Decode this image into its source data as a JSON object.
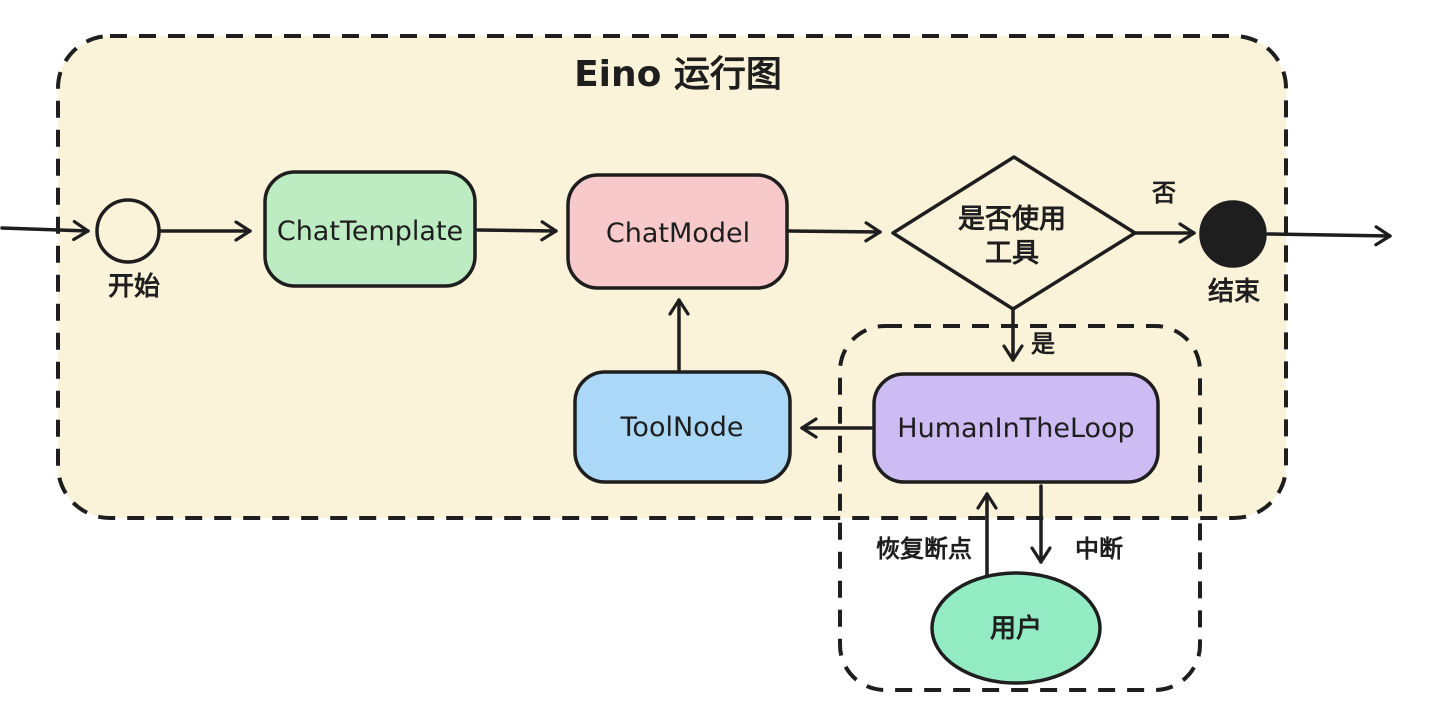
{
  "diagram": {
    "title": "Eino 运行图",
    "nodes": {
      "start": {
        "label": "开始"
      },
      "chat_template": {
        "label": "ChatTemplate"
      },
      "chat_model": {
        "label": "ChatModel"
      },
      "decision": {
        "label_line1": "是否使用",
        "label_line2": "工具"
      },
      "end": {
        "label": "结束"
      },
      "tool_node": {
        "label": "ToolNode"
      },
      "human_in_the_loop": {
        "label": "HumanInTheLoop"
      },
      "user": {
        "label": "用户"
      }
    },
    "edge_labels": {
      "no": "否",
      "yes": "是",
      "resume_breakpoint": "恢复断点",
      "interrupt": "中断"
    },
    "colors": {
      "container_fill": "#FBF3D9",
      "stroke": "#1E1E1E",
      "chat_template_fill": "#BDEBC2",
      "chat_model_fill": "#F7C9CA",
      "tool_node_fill": "#ABD8F7",
      "human_in_the_loop_fill": "#CDBBF4",
      "user_fill": "#93EBC4",
      "end_fill": "#1E1E1E"
    }
  }
}
